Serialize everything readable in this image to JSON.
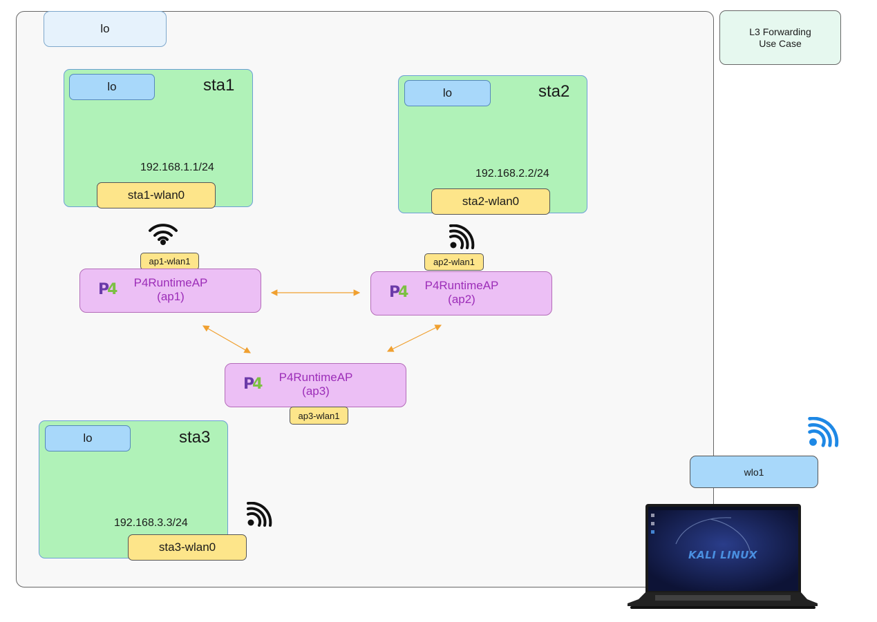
{
  "outer_lo": "lo",
  "use_case": {
    "line1": "L3 Forwarding",
    "line2": "Use Case"
  },
  "stations": [
    {
      "name": "sta1",
      "lo": "lo",
      "ip": "192.168.1.1/24",
      "wlan": "sta1-wlan0"
    },
    {
      "name": "sta2",
      "lo": "lo",
      "ip": "192.168.2.2/24",
      "wlan": "sta2-wlan0"
    },
    {
      "name": "sta3",
      "lo": "lo",
      "ip": "192.168.3.3/24",
      "wlan": "sta3-wlan0"
    }
  ],
  "access_points": [
    {
      "title": "P4RuntimeAP",
      "id": "(ap1)",
      "wlan": "ap1-wlan1"
    },
    {
      "title": "P4RuntimeAP",
      "id": "(ap2)",
      "wlan": "ap2-wlan1"
    },
    {
      "title": "P4RuntimeAP",
      "id": "(ap3)",
      "wlan": "ap3-wlan1"
    }
  ],
  "p4_logo": {
    "letter": "P",
    "digit": "4"
  },
  "host": {
    "interface": "wlo1",
    "os_label": "KALI LINUX"
  },
  "colors": {
    "link": "#f0a030",
    "ap_text": "#9c2db8",
    "host_wifi": "#1e88e5"
  }
}
